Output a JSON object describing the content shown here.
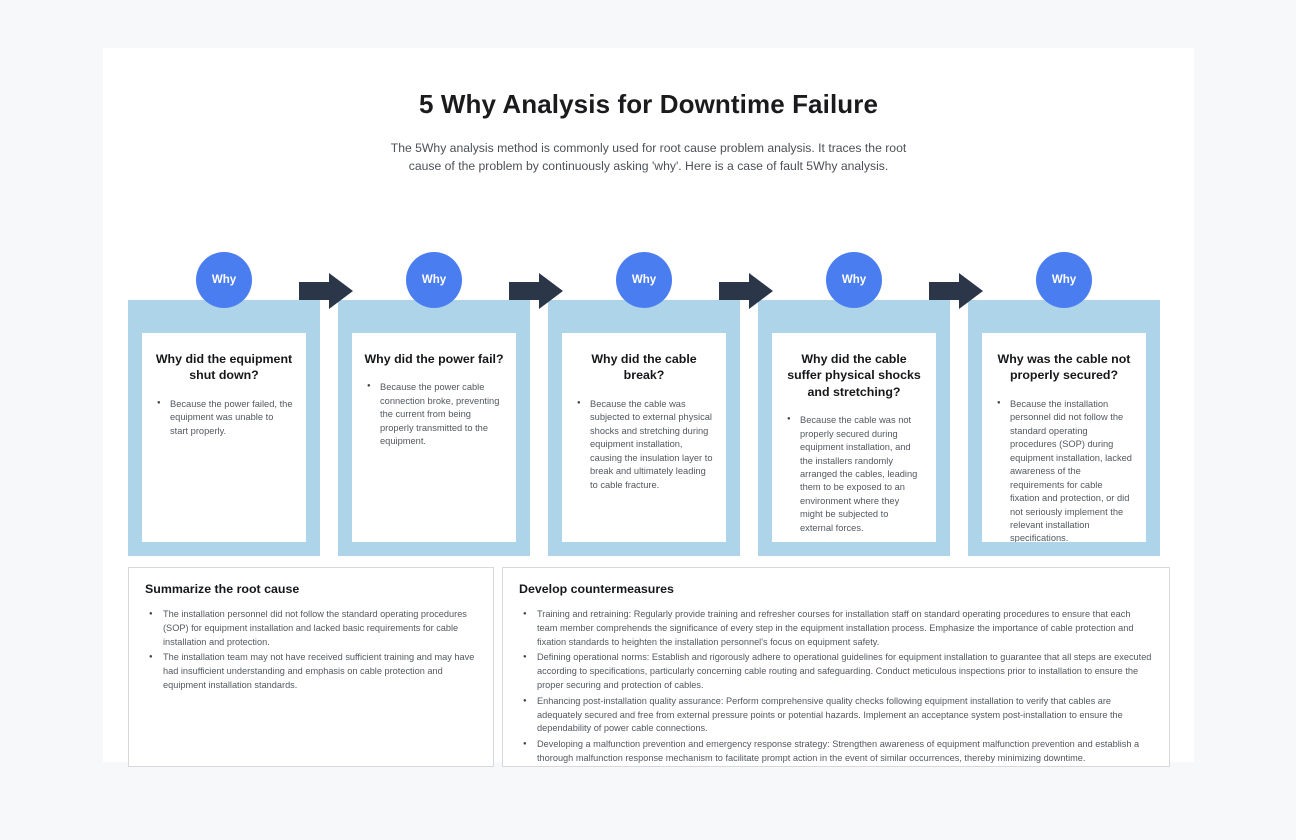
{
  "header": {
    "title": "5 Why Analysis for Downtime Failure",
    "subtitle": "The 5Why analysis method is commonly used for root cause problem analysis. It traces the root cause of the problem by continuously asking 'why'. Here is a case of fault 5Why analysis."
  },
  "colors": {
    "page_background": "#f7f8fa",
    "canvas": "#ffffff",
    "band_blue": "#aed4e9",
    "why_circle_blue": "#4a7df0",
    "arrow_navy": "#2b3748",
    "panel_border": "#d6d8db",
    "heading_text": "#15171a",
    "body_text": "#53585e"
  },
  "chain": {
    "badge_label": "Why",
    "arrow_icon": "arrow-right-icon",
    "steps": [
      {
        "index": 1,
        "question": "Why did the equipment shut down?",
        "answers": [
          "Because the power failed, the equipment was unable to start properly."
        ]
      },
      {
        "index": 2,
        "question": "Why did the power fail?",
        "answers": [
          "Because the power cable connection broke, preventing the current from being properly transmitted to the equipment."
        ]
      },
      {
        "index": 3,
        "question": "Why did the cable break?",
        "answers": [
          "Because the cable was subjected to external physical shocks and stretching during equipment installation, causing the insulation layer to break and ultimately leading to cable fracture."
        ]
      },
      {
        "index": 4,
        "question": "Why did the cable suffer physical shocks and stretching?",
        "answers": [
          "Because the cable was not properly secured during equipment installation, and the installers randomly arranged the cables, leading them to be exposed to an environment where they might be subjected to external forces."
        ]
      },
      {
        "index": 5,
        "question": "Why was the cable not properly secured?",
        "answers": [
          "Because the installation personnel did not follow the standard operating procedures (SOP) during equipment installation, lacked awareness of the requirements for cable fixation and protection, or did not seriously implement the relevant installation specifications."
        ]
      }
    ]
  },
  "summary_panel": {
    "heading": "Summarize the root cause",
    "items": [
      "The installation personnel did not follow the standard operating procedures (SOP) for equipment installation and lacked basic requirements for cable installation and protection.",
      "The installation team may not have received sufficient training and may have had insufficient understanding and emphasis on cable protection and equipment installation standards."
    ]
  },
  "countermeasures_panel": {
    "heading": "Develop countermeasures",
    "items": [
      "Training and retraining: Regularly provide training and refresher courses for installation staff on standard operating procedures to ensure that each team member comprehends the significance of every step in the equipment installation process. Emphasize the importance of cable protection and fixation standards to heighten the installation personnel's focus on equipment safety.",
      "Defining operational norms: Establish and rigorously adhere to operational guidelines for equipment installation to guarantee that all steps are executed according to specifications, particularly concerning cable routing and safeguarding. Conduct meticulous inspections prior to installation to ensure the proper securing and protection of cables.",
      "Enhancing post-installation quality assurance: Perform comprehensive quality checks following equipment installation to verify that cables are adequately secured and free from external pressure points or potential hazards. Implement an acceptance system post-installation to ensure the dependability of power cable connections.",
      "Developing a malfunction prevention and emergency response strategy: Strengthen awareness of equipment malfunction prevention and establish a thorough malfunction response mechanism to facilitate prompt action in the event of similar occurrences, thereby minimizing downtime."
    ]
  }
}
